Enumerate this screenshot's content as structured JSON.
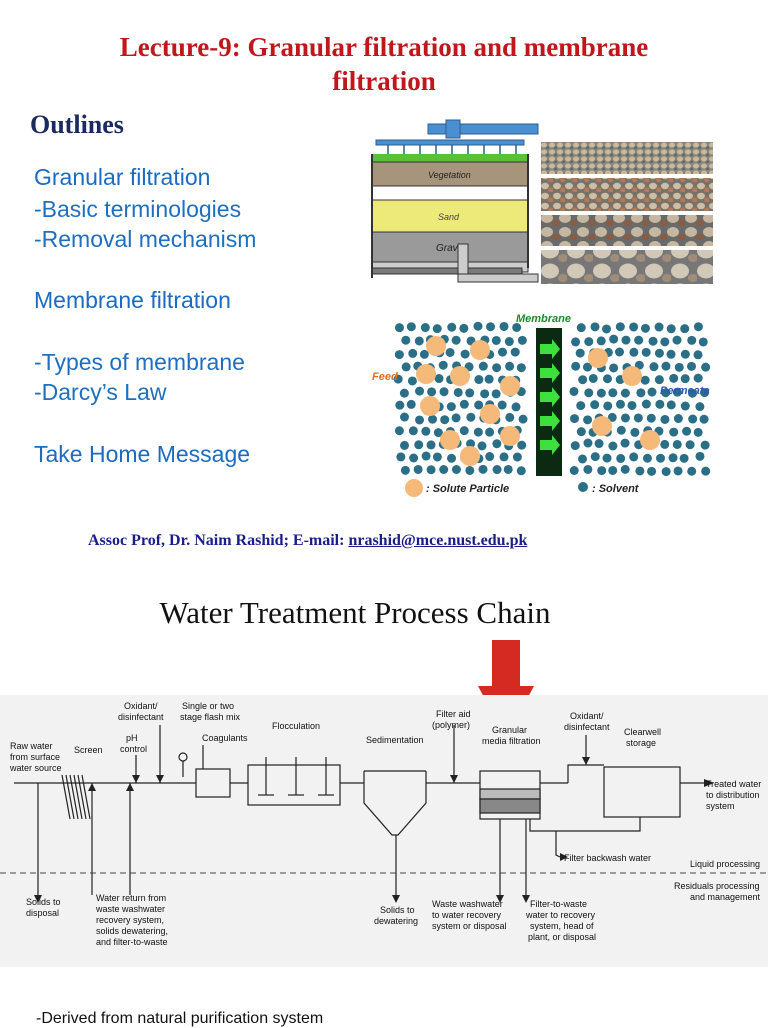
{
  "slide1": {
    "title_line1": "Lecture-9: Granular filtration and membrane",
    "title_line2": "filtration",
    "outlines": "Outlines",
    "items": [
      "Granular filtration",
      "-Basic terminologies",
      "-Removal mechanism",
      "Membrane filtration",
      "-Types of membrane",
      "-Darcy’s Law",
      "Take Home Message"
    ],
    "filter_labels": [
      "Vegetation",
      "Sand",
      "Gravel"
    ],
    "membrane": {
      "title": "Membrane",
      "feed": "Feed",
      "permeate": "Permeate",
      "solute": ": Solute Particle",
      "solvent": ": Solvent"
    },
    "credit_prefix": "Assoc Prof, Dr. Naim Rashid; E-mail: ",
    "credit_email": "nrashid@mce.nust.edu.pk"
  },
  "slide2": {
    "title": "Water Treatment Process Chain",
    "labels": {
      "raw": [
        "Raw water",
        "from surface",
        "water source"
      ],
      "screen": "Screen",
      "ph": [
        "pH",
        "control"
      ],
      "oxidant1": [
        "Oxidant/",
        "disinfectant"
      ],
      "flash": [
        "Single or two",
        "stage flash mix"
      ],
      "coag": "Coagulants",
      "floc": "Flocculation",
      "sed": "Sedimentation",
      "filteraid": [
        "Filter aid",
        "(polymer)"
      ],
      "granular": [
        "Granular",
        "media filtration"
      ],
      "oxidant2": [
        "Oxidant/",
        "disinfectant"
      ],
      "clearwell": [
        "Clearwell",
        "storage"
      ],
      "treated": [
        "Treated water",
        "to distribution",
        "system"
      ],
      "backwash": "Filter backwash water",
      "liquid": "Liquid processing",
      "residuals": [
        "Residuals processing",
        "and management"
      ],
      "solids1": [
        "Solids to",
        "disposal"
      ],
      "water_return": [
        "Water return from",
        "waste washwater",
        "recovery system,",
        "solids dewatering,",
        "and filter-to-waste"
      ],
      "solids2": [
        "Solids to",
        "dewatering"
      ],
      "waste": [
        "Waste washwater",
        "to water recovery",
        "system or disposal"
      ],
      "ftw": [
        "Filter-to-waste",
        "water to recovery",
        "system, head of",
        "plant, or disposal"
      ]
    },
    "note": "-Derived from natural purification system"
  },
  "colors": {
    "title_red": "#c0161c",
    "outline_blue": "#1f6fc0",
    "navy": "#1a2a5c",
    "arrow_red": "#d42a22",
    "membrane_green": "#1e8a2a",
    "solute": "#f5b97a",
    "solvent": "#2b6f86"
  }
}
